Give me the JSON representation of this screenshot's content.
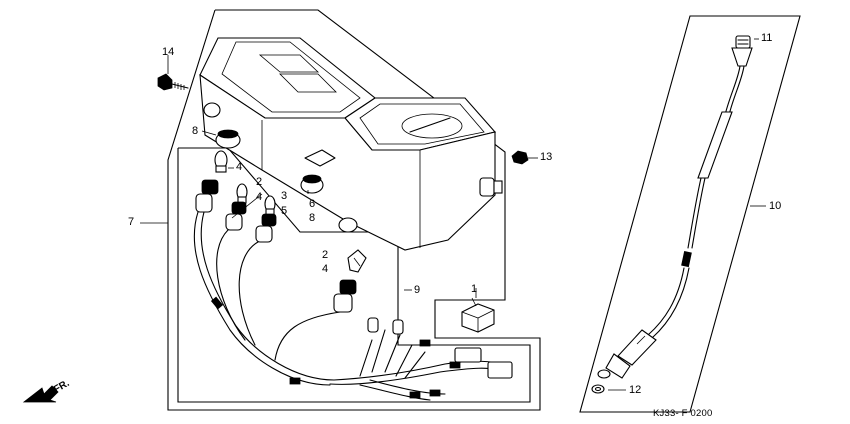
{
  "drawing_code": "KJ33- F 0200",
  "front_label": "FR.",
  "callouts": {
    "c1": "1",
    "c2a": "2",
    "c2b": "2",
    "c3": "3",
    "c4a": "4",
    "c4b": "4",
    "c4c": "4",
    "c5": "5",
    "c6": "6",
    "c7": "7",
    "c8a": "8",
    "c8b": "8",
    "c9": "9",
    "c10": "10",
    "c11": "11",
    "c12": "12",
    "c13": "13",
    "c14": "14"
  }
}
